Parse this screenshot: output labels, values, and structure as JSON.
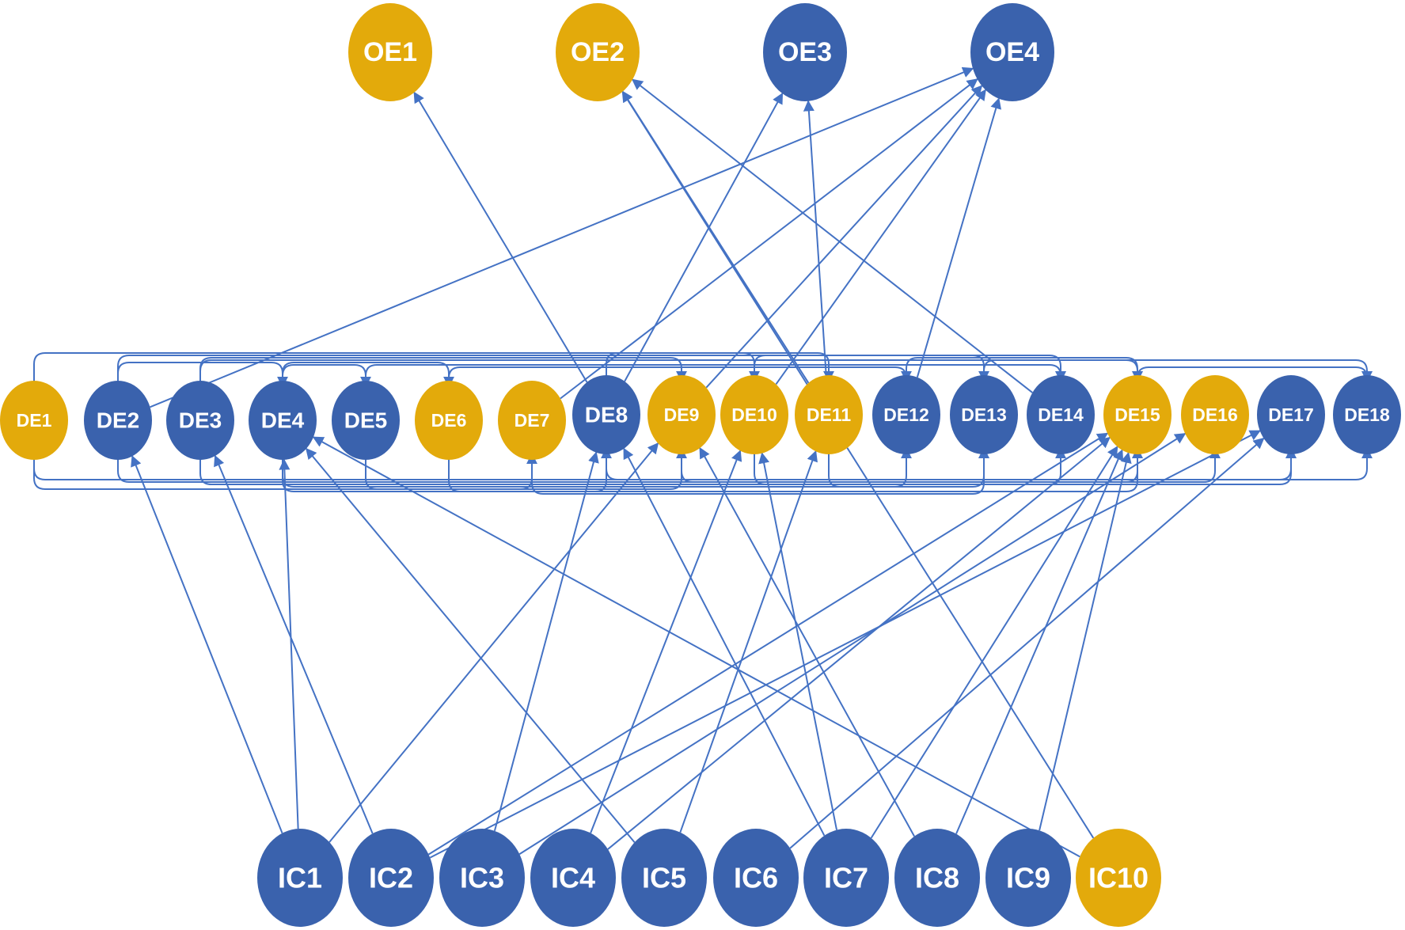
{
  "colors": {
    "blue_node": "#3a62ad",
    "gold_node": "#e3aa0b",
    "edge": "#4472c4",
    "label": "#ffffff"
  },
  "nodes": [
    {
      "id": "OE1",
      "label": "OE1",
      "color": "gold"
    },
    {
      "id": "OE2",
      "label": "OE2",
      "color": "gold"
    },
    {
      "id": "OE3",
      "label": "OE3",
      "color": "blue"
    },
    {
      "id": "OE4",
      "label": "OE4",
      "color": "blue"
    },
    {
      "id": "DE1",
      "label": "DE1",
      "color": "gold"
    },
    {
      "id": "DE2",
      "label": "DE2",
      "color": "blue"
    },
    {
      "id": "DE3",
      "label": "DE3",
      "color": "blue"
    },
    {
      "id": "DE4",
      "label": "DE4",
      "color": "blue"
    },
    {
      "id": "DE5",
      "label": "DE5",
      "color": "blue"
    },
    {
      "id": "DE6",
      "label": "DE6",
      "color": "gold"
    },
    {
      "id": "DE7",
      "label": "DE7",
      "color": "gold"
    },
    {
      "id": "DE8",
      "label": "DE8",
      "color": "blue"
    },
    {
      "id": "DE9",
      "label": "DE9",
      "color": "gold"
    },
    {
      "id": "DE10",
      "label": "DE10",
      "color": "gold"
    },
    {
      "id": "DE11",
      "label": "DE11",
      "color": "gold"
    },
    {
      "id": "DE12",
      "label": "DE12",
      "color": "blue"
    },
    {
      "id": "DE13",
      "label": "DE13",
      "color": "blue"
    },
    {
      "id": "DE14",
      "label": "DE14",
      "color": "blue"
    },
    {
      "id": "DE15",
      "label": "DE15",
      "color": "gold"
    },
    {
      "id": "DE16",
      "label": "DE16",
      "color": "gold"
    },
    {
      "id": "DE17",
      "label": "DE17",
      "color": "blue"
    },
    {
      "id": "DE18",
      "label": "DE18",
      "color": "blue"
    },
    {
      "id": "IC1",
      "label": "IC1",
      "color": "blue"
    },
    {
      "id": "IC2",
      "label": "IC2",
      "color": "blue"
    },
    {
      "id": "IC3",
      "label": "IC3",
      "color": "blue"
    },
    {
      "id": "IC4",
      "label": "IC4",
      "color": "blue"
    },
    {
      "id": "IC5",
      "label": "IC5",
      "color": "blue"
    },
    {
      "id": "IC6",
      "label": "IC6",
      "color": "blue"
    },
    {
      "id": "IC7",
      "label": "IC7",
      "color": "blue"
    },
    {
      "id": "IC8",
      "label": "IC8",
      "color": "blue"
    },
    {
      "id": "IC9",
      "label": "IC9",
      "color": "blue"
    },
    {
      "id": "IC10",
      "label": "IC10",
      "color": "gold"
    }
  ],
  "edges": [
    {
      "from": "DE8",
      "to": "OE1"
    },
    {
      "from": "DE11",
      "to": "OE2"
    },
    {
      "from": "DE14",
      "to": "OE2"
    },
    {
      "from": "IC10",
      "to": "OE2"
    },
    {
      "from": "DE8",
      "to": "OE3"
    },
    {
      "from": "DE11",
      "to": "OE3"
    },
    {
      "from": "DE2",
      "to": "OE4"
    },
    {
      "from": "DE7",
      "to": "OE4"
    },
    {
      "from": "DE9",
      "to": "OE4"
    },
    {
      "from": "DE10",
      "to": "OE4"
    },
    {
      "from": "DE12",
      "to": "OE4"
    },
    {
      "from": "IC1",
      "to": "DE4"
    },
    {
      "from": "IC1",
      "to": "DE2"
    },
    {
      "from": "IC1",
      "to": "DE9"
    },
    {
      "from": "IC2",
      "to": "DE3"
    },
    {
      "from": "IC2",
      "to": "DE15"
    },
    {
      "from": "IC2",
      "to": "DE17"
    },
    {
      "from": "IC3",
      "to": "DE8"
    },
    {
      "from": "IC3",
      "to": "DE16"
    },
    {
      "from": "IC4",
      "to": "DE10"
    },
    {
      "from": "IC4",
      "to": "DE15"
    },
    {
      "from": "IC5",
      "to": "DE4"
    },
    {
      "from": "IC5",
      "to": "DE11"
    },
    {
      "from": "IC6",
      "to": "DE17"
    },
    {
      "from": "IC7",
      "to": "DE8"
    },
    {
      "from": "IC7",
      "to": "DE10"
    },
    {
      "from": "IC7",
      "to": "DE15"
    },
    {
      "from": "IC8",
      "to": "DE9"
    },
    {
      "from": "IC8",
      "to": "DE15"
    },
    {
      "from": "IC9",
      "to": "DE15"
    },
    {
      "from": "IC10",
      "to": "DE4"
    }
  ],
  "row_arcs_top": [
    [
      "DE1",
      "DE11"
    ],
    [
      "DE2",
      "DE13"
    ],
    [
      "DE3",
      "DE9"
    ],
    [
      "DE3",
      "DE18"
    ],
    [
      "DE4",
      "DE6"
    ],
    [
      "DE5",
      "DE14"
    ],
    [
      "DE6",
      "DE12"
    ],
    [
      "DE8",
      "DE10"
    ],
    [
      "DE10",
      "DE14"
    ],
    [
      "DE12",
      "DE15"
    ],
    [
      "DE13",
      "DE15"
    ],
    [
      "DE2",
      "DE4"
    ],
    [
      "DE4",
      "DE5"
    ],
    [
      "DE15",
      "DE18"
    ]
  ],
  "row_arcs_bottom": [
    [
      "DE1",
      "DE18"
    ],
    [
      "DE2",
      "DE16"
    ],
    [
      "DE3",
      "DE14"
    ],
    [
      "DE4",
      "DE12"
    ],
    [
      "DE5",
      "DE9"
    ],
    [
      "DE6",
      "DE8"
    ],
    [
      "DE7",
      "DE13"
    ],
    [
      "DE8",
      "DE17"
    ],
    [
      "DE9",
      "DE15"
    ],
    [
      "DE10",
      "DE17"
    ],
    [
      "DE11",
      "DE13"
    ],
    [
      "DE1",
      "DE7"
    ],
    [
      "DE4",
      "DE15"
    ]
  ]
}
